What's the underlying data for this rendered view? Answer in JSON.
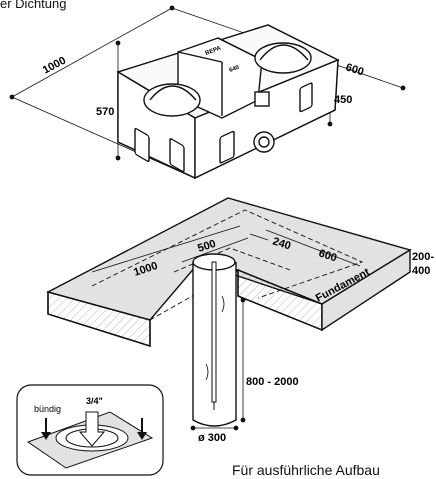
{
  "captions": {
    "top": "er Dichtung",
    "bottom": "Für ausführliche Aufbau"
  },
  "unit": {
    "brand": "BEPA",
    "model": "640"
  },
  "dims_unit": {
    "length": "1000",
    "depth": "600",
    "height_body": "570",
    "height_side": "450"
  },
  "dims_foundation": {
    "length": "1000",
    "inner": "500",
    "offset": "240",
    "depth": "600",
    "thickness_range_top": "200-",
    "thickness_range_bottom": "400",
    "label": "Fundament",
    "pipe_depth": "800 - 2000",
    "pipe_diameter": "ø 300"
  },
  "inset": {
    "flush_label": "bündig",
    "thread_label": "3/4\""
  }
}
